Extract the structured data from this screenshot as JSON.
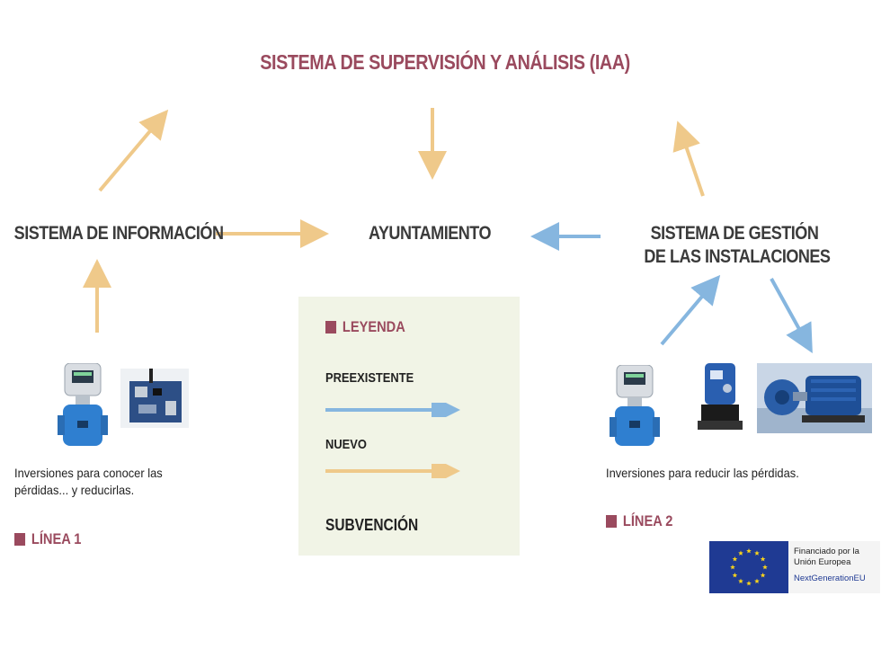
{
  "title": "SISTEMA DE SUPERVISIÓN Y ANÁLISIS (IAA)",
  "nodes": {
    "info": "SISTEMA DE INFORMACIÓN",
    "ayuntamiento": "AYUNTAMIENTO",
    "gestion_line1": "SISTEMA DE GESTIÓN",
    "gestion_line2": "DE LAS INSTALACIONES"
  },
  "left_caption_line1": "Inversiones para conocer las",
  "left_caption_line2": "pérdidas... y reducirlas.",
  "right_caption": "Inversiones para reducir las pérdidas.",
  "linea1": "LÍNEA 1",
  "linea2": "LÍNEA 2",
  "legend": {
    "title": "LEYENDA",
    "preexistente": "PREEXISTENTE",
    "nuevo": "NUEVO",
    "subvencion": "SUBVENCIÓN"
  },
  "eu": {
    "line1": "Financiado por la",
    "line2": "Unión Europea",
    "line3": "NextGenerationEU"
  },
  "colors": {
    "title": "#9a4a5e",
    "tag": "#9a4a5e",
    "new_arrow": "#efc98a",
    "existing_arrow": "#86b6df",
    "legend_bg": "#f1f4e6",
    "eu_blue": "#1f3a93",
    "eu_star": "#f8d31c"
  },
  "icons": [
    "flowmeter-icon",
    "circuit-board-icon",
    "dosing-pump-icon",
    "motor-pump-icon",
    "eu-flag-icon"
  ]
}
